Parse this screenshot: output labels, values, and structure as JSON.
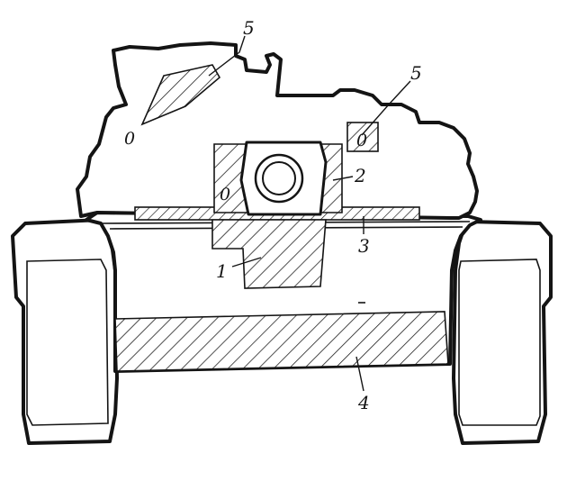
{
  "callouts": {
    "part_1": "1",
    "part_2": "2",
    "part_3": "3",
    "part_4": "4",
    "part_5_turret": "5",
    "part_5_right": "5"
  },
  "zero_marks": {
    "left_turret": "0",
    "right_box": "0",
    "mantlet": "0"
  },
  "colors": {
    "ink": "#141414",
    "paper": "#ffffff"
  }
}
